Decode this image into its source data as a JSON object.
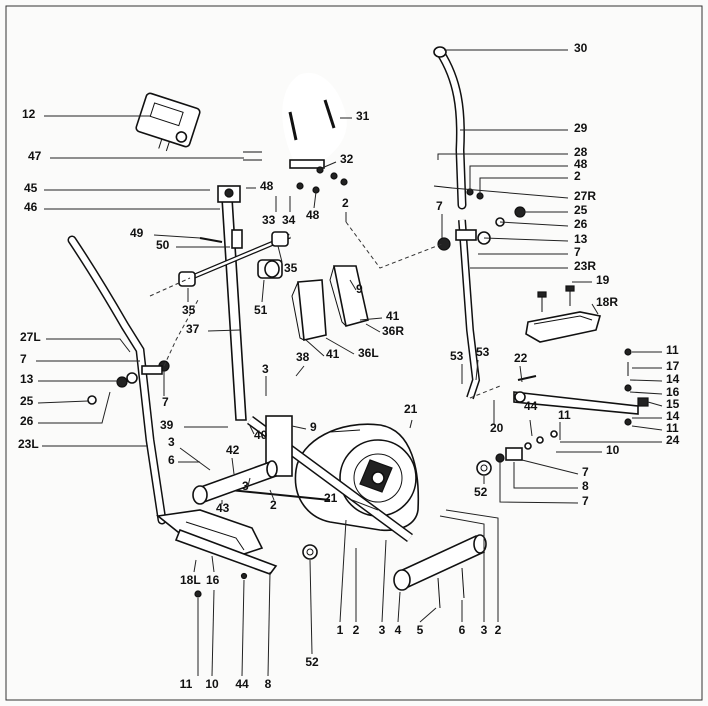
{
  "header": {
    "faded_title": ""
  },
  "callouts": [
    {
      "id": "c30",
      "text": "30"
    },
    {
      "id": "c12",
      "text": "12"
    },
    {
      "id": "c31",
      "text": "31"
    },
    {
      "id": "c29",
      "text": "29"
    },
    {
      "id": "c47",
      "text": "47"
    },
    {
      "id": "c32",
      "text": "32"
    },
    {
      "id": "c28",
      "text": "28"
    },
    {
      "id": "c48r",
      "text": "48"
    },
    {
      "id": "c2r",
      "text": "2"
    },
    {
      "id": "c27R",
      "text": "27R"
    },
    {
      "id": "c45",
      "text": "45"
    },
    {
      "id": "c48a",
      "text": "48"
    },
    {
      "id": "c46",
      "text": "46"
    },
    {
      "id": "c33",
      "text": "33"
    },
    {
      "id": "c34",
      "text": "34"
    },
    {
      "id": "c48b",
      "text": "48"
    },
    {
      "id": "c2c",
      "text": "2"
    },
    {
      "id": "c7a",
      "text": "7"
    },
    {
      "id": "c25r",
      "text": "25"
    },
    {
      "id": "c26r",
      "text": "26"
    },
    {
      "id": "c13r",
      "text": "13"
    },
    {
      "id": "c7b",
      "text": "7"
    },
    {
      "id": "c23R",
      "text": "23R"
    },
    {
      "id": "c49",
      "text": "49"
    },
    {
      "id": "c50",
      "text": "50"
    },
    {
      "id": "c35a",
      "text": "35"
    },
    {
      "id": "c9a",
      "text": "9"
    },
    {
      "id": "c41a",
      "text": "41"
    },
    {
      "id": "c36R",
      "text": "36R"
    },
    {
      "id": "c19",
      "text": "19"
    },
    {
      "id": "c18R",
      "text": "18R"
    },
    {
      "id": "c35b",
      "text": "35"
    },
    {
      "id": "c51",
      "text": "51"
    },
    {
      "id": "c37",
      "text": "37"
    },
    {
      "id": "c41b",
      "text": "41"
    },
    {
      "id": "c36L",
      "text": "36L"
    },
    {
      "id": "c27L",
      "text": "27L"
    },
    {
      "id": "c7c",
      "text": "7"
    },
    {
      "id": "c13l",
      "text": "13"
    },
    {
      "id": "c25l",
      "text": "25"
    },
    {
      "id": "c26l",
      "text": "26"
    },
    {
      "id": "c7d",
      "text": "7"
    },
    {
      "id": "c53a",
      "text": "53"
    },
    {
      "id": "c53b",
      "text": "53"
    },
    {
      "id": "c22",
      "text": "22"
    },
    {
      "id": "c11a",
      "text": "11"
    },
    {
      "id": "c17",
      "text": "17"
    },
    {
      "id": "c14a",
      "text": "14"
    },
    {
      "id": "c16r",
      "text": "16"
    },
    {
      "id": "c15",
      "text": "15"
    },
    {
      "id": "c14b",
      "text": "14"
    },
    {
      "id": "c11b",
      "text": "11"
    },
    {
      "id": "c24",
      "text": "24"
    },
    {
      "id": "c38",
      "text": "38"
    },
    {
      "id": "c3a",
      "text": "3"
    },
    {
      "id": "c39",
      "text": "39"
    },
    {
      "id": "c40",
      "text": "40"
    },
    {
      "id": "c9b",
      "text": "9"
    },
    {
      "id": "c21a",
      "text": "21"
    },
    {
      "id": "c20",
      "text": "20"
    },
    {
      "id": "c44a",
      "text": "44"
    },
    {
      "id": "c11c",
      "text": "11"
    },
    {
      "id": "c10a",
      "text": "10"
    },
    {
      "id": "c7e",
      "text": "7"
    },
    {
      "id": "c8a",
      "text": "8"
    },
    {
      "id": "c7f",
      "text": "7"
    },
    {
      "id": "c23L",
      "text": "23L"
    },
    {
      "id": "c3b",
      "text": "3"
    },
    {
      "id": "c42",
      "text": "42"
    },
    {
      "id": "c6a",
      "text": "6"
    },
    {
      "id": "c52a",
      "text": "52"
    },
    {
      "id": "c43",
      "text": "43"
    },
    {
      "id": "c3c",
      "text": "3"
    },
    {
      "id": "c2d",
      "text": "2"
    },
    {
      "id": "c21b",
      "text": "21"
    },
    {
      "id": "c18L",
      "text": "18L"
    },
    {
      "id": "c16l",
      "text": "16"
    },
    {
      "id": "c1",
      "text": "1"
    },
    {
      "id": "c2e",
      "text": "2"
    },
    {
      "id": "c3d",
      "text": "3"
    },
    {
      "id": "c4",
      "text": "4"
    },
    {
      "id": "c5",
      "text": "5"
    },
    {
      "id": "c6b",
      "text": "6"
    },
    {
      "id": "c3e",
      "text": "3"
    },
    {
      "id": "c2f",
      "text": "2"
    },
    {
      "id": "c52b",
      "text": "52"
    },
    {
      "id": "c11d",
      "text": "11"
    },
    {
      "id": "c10b",
      "text": "10"
    },
    {
      "id": "c44b",
      "text": "44"
    },
    {
      "id": "c8b",
      "text": "8"
    }
  ]
}
